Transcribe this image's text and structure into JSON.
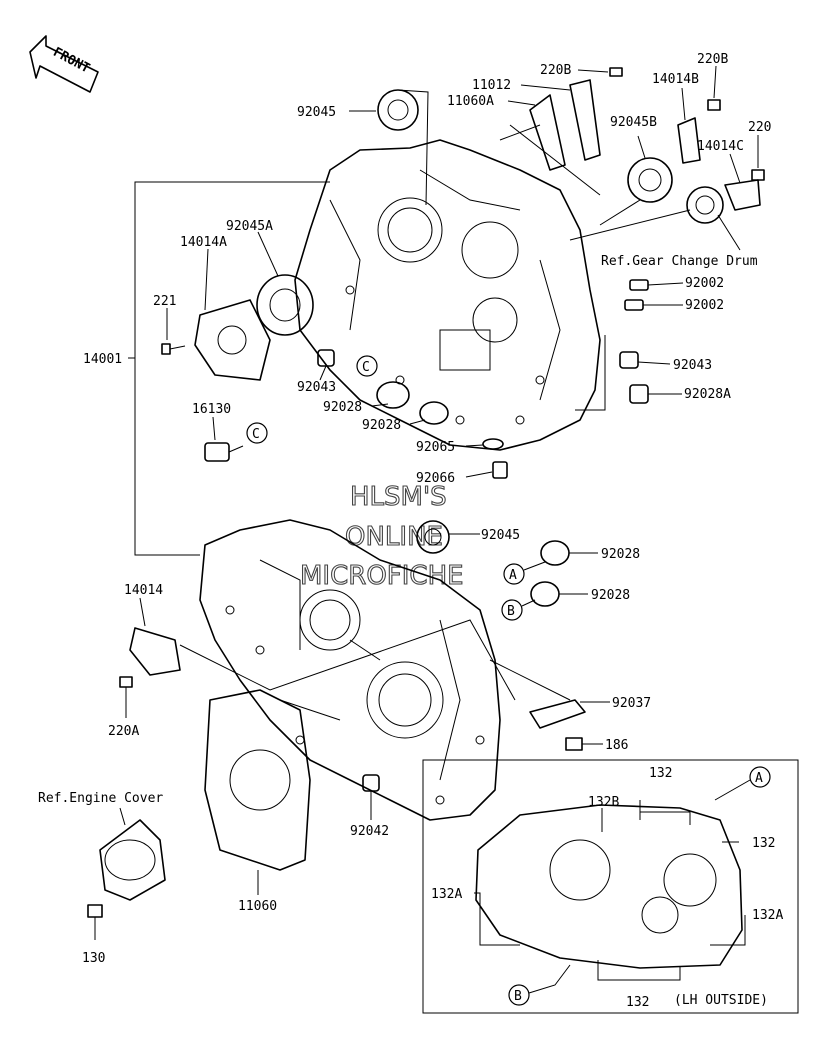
{
  "front_arrow": "FRONT",
  "watermark": {
    "line1": "HLSM'S",
    "line2": "ONLINE",
    "line3": "MICROFICHE"
  },
  "labels": {
    "l_92045_top": "92045",
    "l_11012": "11012",
    "l_11060A": "11060A",
    "l_220B_a": "220B",
    "l_220B_b": "220B",
    "l_14014B": "14014B",
    "l_92045B": "92045B",
    "l_220": "220",
    "l_14014C": "14014C",
    "l_ref_gear": "Ref.Gear Change Drum",
    "l_92002_a": "92002",
    "l_92002_b": "92002",
    "l_92045A": "92045A",
    "l_14014A": "14014A",
    "l_221": "221",
    "l_14001": "14001",
    "l_92043_a": "92043",
    "l_92043_b": "92043",
    "l_92028_a": "92028",
    "l_92028_b": "92028",
    "l_92028A": "92028A",
    "l_16130": "16130",
    "l_92065": "92065",
    "l_92066": "92066",
    "l_92045_mid": "92045",
    "l_92028_c": "92028",
    "l_92028_d": "92028",
    "l_14014": "14014",
    "l_220A": "220A",
    "l_92037": "92037",
    "l_186": "186",
    "l_ref_engine": "Ref.Engine Cover",
    "l_92042": "92042",
    "l_11060": "11060",
    "l_130": "130",
    "l_132B": "132B",
    "l_132_top": "132",
    "l_132_right": "132",
    "l_132A_left": "132A",
    "l_132A_right": "132A",
    "l_132_bottom": "132",
    "l_lh_outside": "(LH OUTSIDE)"
  },
  "callouts": {
    "c1": "C",
    "c2": "C",
    "a1": "A",
    "a2": "A",
    "b1": "B",
    "b2": "B"
  }
}
